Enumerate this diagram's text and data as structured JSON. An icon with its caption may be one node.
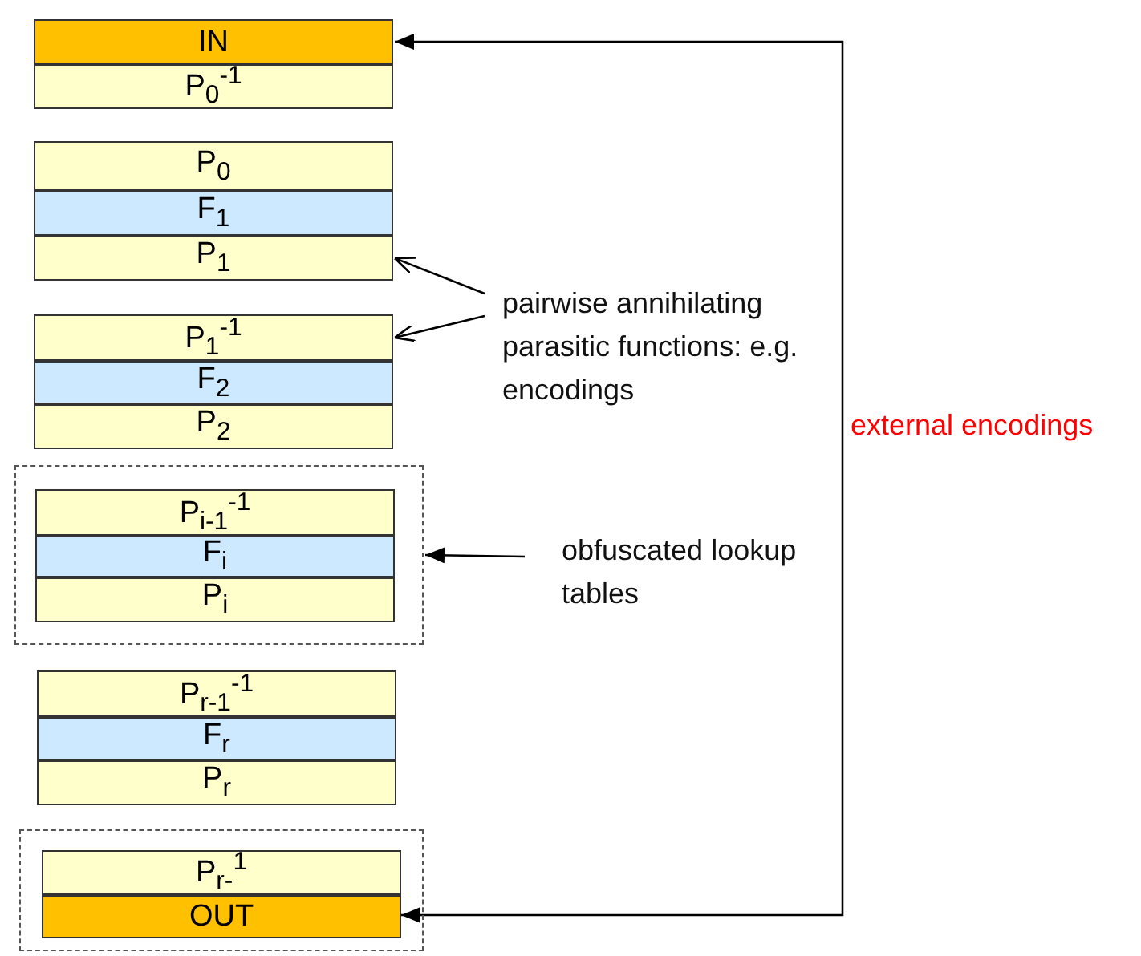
{
  "diagram": {
    "nodes": [
      {
        "text": [
          "IN"
        ]
      },
      {
        "text": [
          "P$_{0}$$^{-1}$"
        ]
      },
      {
        "text": [
          "P$_{0}$"
        ]
      },
      {
        "text": [
          "F$_{1}$"
        ]
      },
      {
        "text": [
          "P$_{1}$"
        ]
      },
      {
        "text": [
          "P$_{1}$$^{-1}$"
        ]
      },
      {
        "text": [
          "F$_{2}$"
        ]
      },
      {
        "text": [
          "P$_{2}$"
        ]
      },
      {
        "text": [],
        "shape": "box"
      },
      {
        "text": [
          "P$_{i-1}$$^{-1}$"
        ],
        "in": 8
      },
      {
        "text": [
          "F$_{i}$"
        ],
        "in": 8
      },
      {
        "text": [
          "P$_{i}$"
        ],
        "in": 8
      },
      {
        "text": [
          "P$_{r-1}$$^{-1}$"
        ]
      },
      {
        "text": [
          "F$_{r}$"
        ]
      },
      {
        "text": [
          "P$_{r}$"
        ]
      },
      {
        "text": [],
        "shape": "box"
      },
      {
        "text": [
          "P$_{r-}$$^{1}$"
        ],
        "in": 15
      },
      {
        "text": [
          "OUT"
        ],
        "in": 15
      },
      {
        "text": [
          "pairwise annihilating parasitic functions: e.g. encodings"
        ]
      },
      {
        "text": [
          "obfuscated lookup tables"
        ]
      }
    ],
    "edges": [
      {
        "from": 0,
        "to": 17,
        "arrow": "both",
        "label": "external encodings"
      },
      {
        "from": 18,
        "to": 4,
        "arrow": "to"
      },
      {
        "from": 18,
        "to": 5,
        "arrow": "to"
      },
      {
        "from": 19,
        "to": 8,
        "arrow": "to"
      }
    ]
  }
}
